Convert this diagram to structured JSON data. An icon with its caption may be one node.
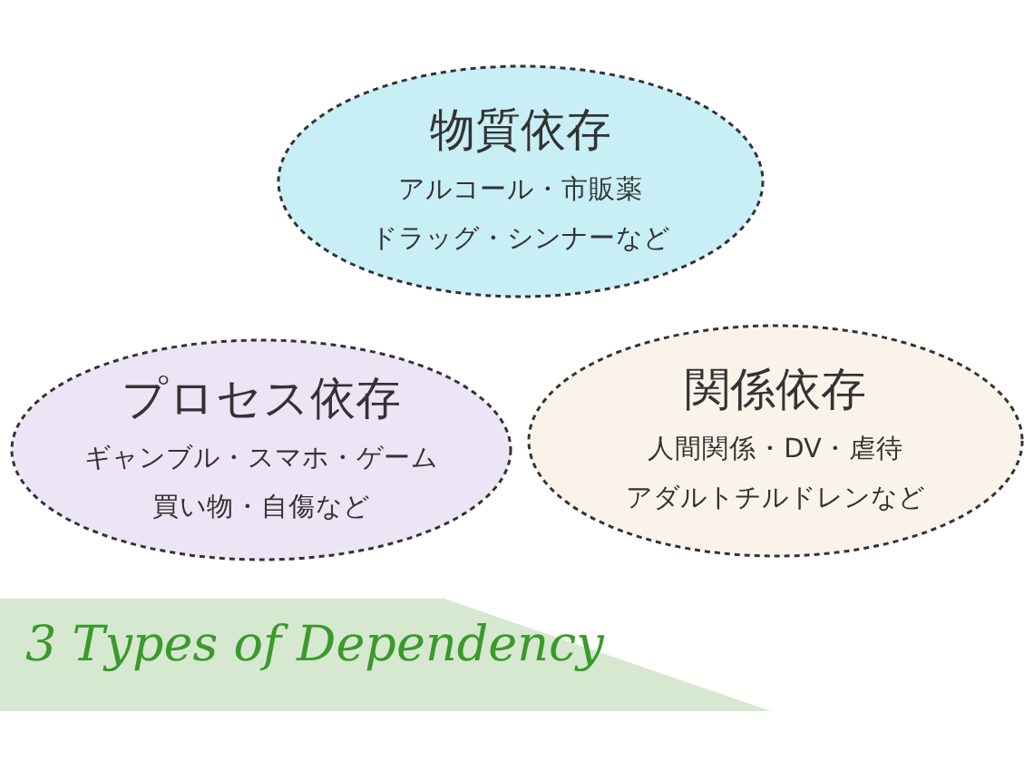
{
  "diagram": {
    "title": "3 Types of Dependency",
    "nodes": [
      {
        "text": [
          "物質依存",
          "アルコール・市販薬",
          "ドラッグ・シンナーなど"
        ]
      },
      {
        "text": [
          "プロセス依存",
          "ギャンブル・スマホ・ゲーム",
          "買い物・自傷など"
        ]
      },
      {
        "text": [
          "関係依存",
          "人間関係・DV・虐待",
          "アダルトチルドレンなど"
        ]
      }
    ],
    "edges": []
  }
}
